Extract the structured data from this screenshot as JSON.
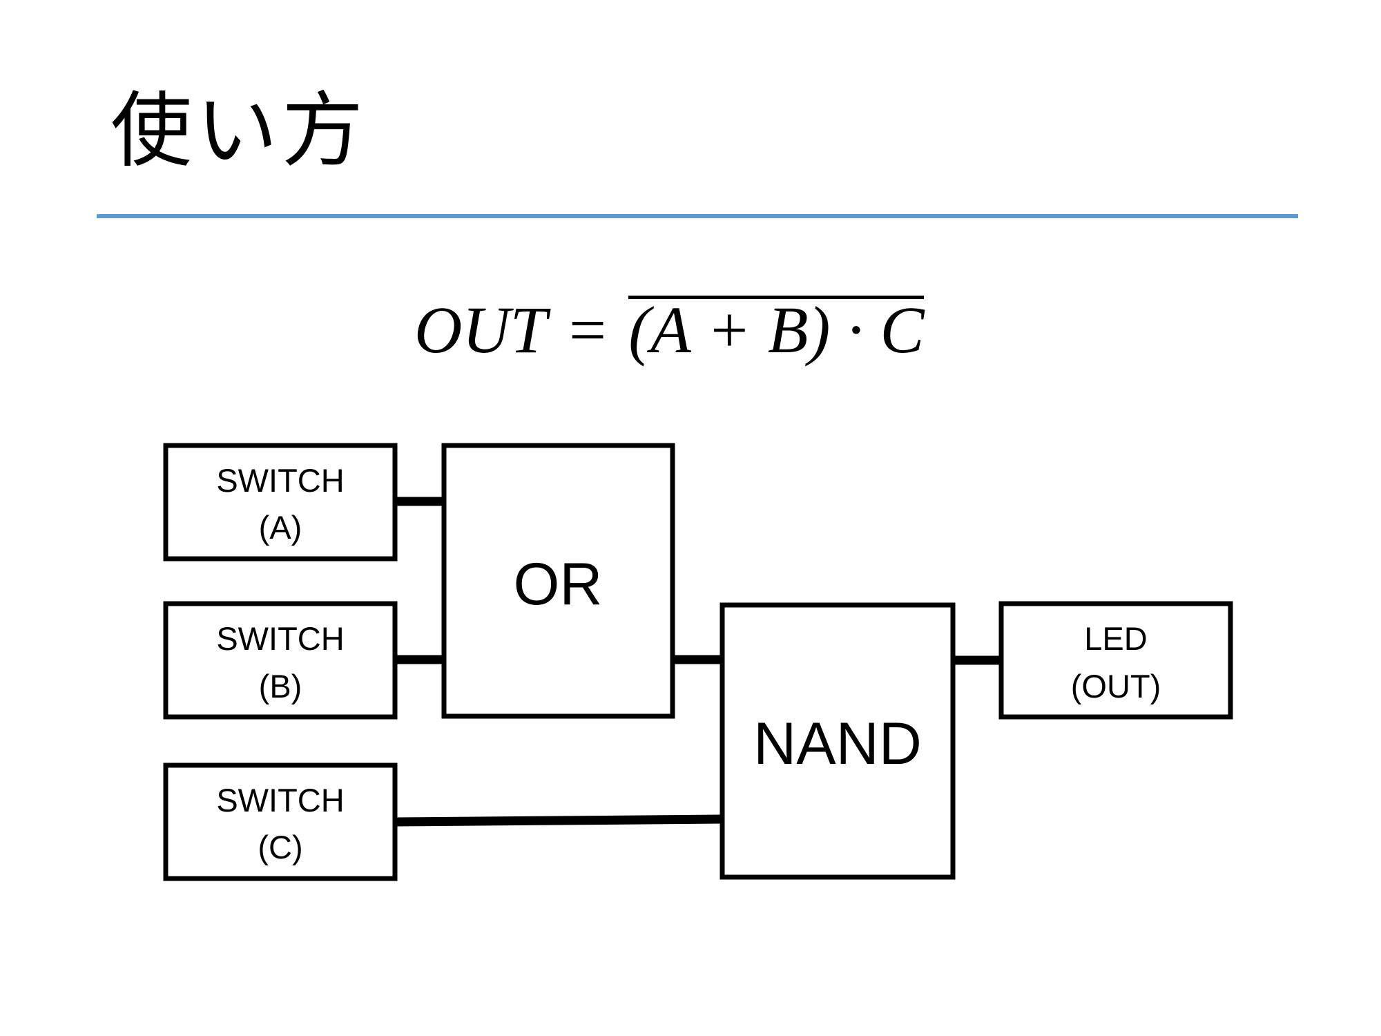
{
  "slide": {
    "title": "使い方",
    "rule_color": "#5b9bd5"
  },
  "formula": {
    "lhs": "OUT",
    "eq": "=",
    "rhs": "(A + B) · C",
    "rhs_overlined": true
  },
  "diagram": {
    "switch_a": {
      "line1": "SWITCH",
      "line2": "(A)"
    },
    "switch_b": {
      "line1": "SWITCH",
      "line2": "(B)"
    },
    "switch_c": {
      "line1": "SWITCH",
      "line2": "(C)"
    },
    "or_gate": {
      "label": "OR"
    },
    "nand_gate": {
      "label": "NAND"
    },
    "led": {
      "line1": "LED",
      "line2": "(OUT)"
    },
    "connections": [
      {
        "from": "switch_a",
        "to": "or_gate"
      },
      {
        "from": "switch_b",
        "to": "or_gate"
      },
      {
        "from": "or_gate",
        "to": "nand_gate"
      },
      {
        "from": "switch_c",
        "to": "nand_gate"
      },
      {
        "from": "nand_gate",
        "to": "led"
      }
    ]
  }
}
